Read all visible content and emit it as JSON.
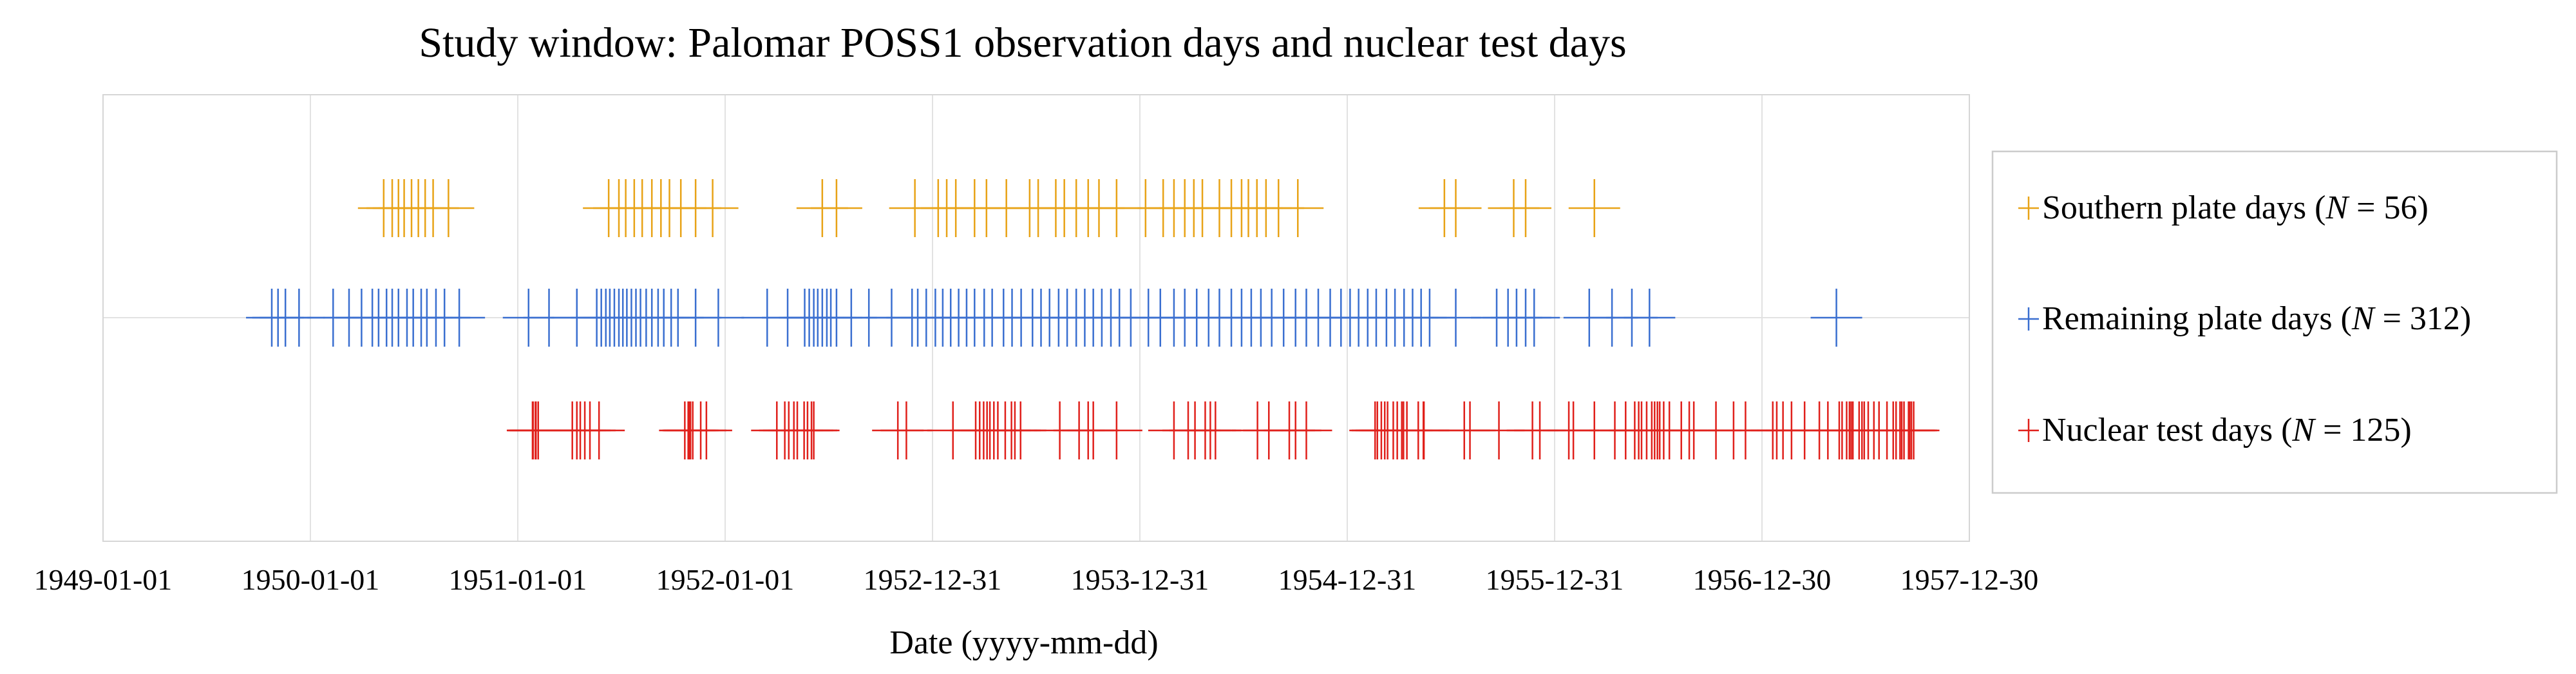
{
  "chart_data": {
    "type": "scatter",
    "marker": "plus",
    "title": "Study window: Palomar POSS1 observation days and nuclear test days",
    "xlabel": "Date (yyyy-mm-dd)",
    "ylabel": "",
    "x_axis_type": "date",
    "xlim": [
      "1949-01-01",
      "1957-12-30"
    ],
    "x_ticks": [
      "1949-01-01",
      "1950-01-01",
      "1951-01-01",
      "1952-01-01",
      "1952-12-31",
      "1953-12-31",
      "1954-12-31",
      "1955-12-31",
      "1956-12-30",
      "1957-12-30"
    ],
    "grid": true,
    "legend_position": "right",
    "series": [
      {
        "name": "Southern plate days",
        "legend_prefix": "Southern plate days (",
        "legend_n_symbol": "N",
        "legend_n_value": " = 56)",
        "color": "#E8A317",
        "dates": [
          "1950-05-10",
          "1950-05-25",
          "1950-06-05",
          "1950-06-15",
          "1950-06-28",
          "1950-07-10",
          "1950-07-22",
          "1950-08-05",
          "1950-09-01",
          "1951-06-10",
          "1951-06-28",
          "1951-07-10",
          "1951-07-25",
          "1951-08-08",
          "1951-08-25",
          "1951-09-10",
          "1951-09-25",
          "1951-10-15",
          "1951-11-10",
          "1951-12-10",
          "1952-06-20",
          "1952-07-15",
          "1952-11-30",
          "1953-01-10",
          "1953-01-25",
          "1953-02-10",
          "1953-03-15",
          "1953-04-05",
          "1953-05-10",
          "1953-06-20",
          "1953-07-05",
          "1953-08-05",
          "1953-08-20",
          "1953-09-10",
          "1953-10-01",
          "1953-10-20",
          "1953-11-20",
          "1954-01-10",
          "1954-02-10",
          "1954-03-01",
          "1954-03-20",
          "1954-04-05",
          "1954-04-20",
          "1954-05-20",
          "1954-06-10",
          "1954-06-28",
          "1954-07-10",
          "1954-07-25",
          "1954-08-10",
          "1954-09-01",
          "1954-10-05",
          "1955-06-20",
          "1955-07-10",
          "1955-10-20",
          "1955-11-10",
          "1956-03-10"
        ]
      },
      {
        "name": "Remaining plate days",
        "legend_prefix": "Remaining plate days (",
        "legend_n_symbol": "N",
        "legend_n_value": " = 312)",
        "color": "#3A6FD0",
        "dates": [
          "1949-10-25",
          "1949-11-05",
          "1949-11-18",
          "1949-12-12",
          "1950-02-10",
          "1950-03-10",
          "1950-04-01",
          "1950-04-20",
          "1950-05-01",
          "1950-05-15",
          "1950-05-25",
          "1950-06-05",
          "1950-06-20",
          "1950-07-01",
          "1950-07-15",
          "1950-07-25",
          "1950-08-10",
          "1950-08-25",
          "1950-09-20",
          "1951-01-20",
          "1951-02-25",
          "1951-04-15",
          "1951-05-20",
          "1951-05-28",
          "1951-06-05",
          "1951-06-12",
          "1951-06-20",
          "1951-06-28",
          "1951-07-05",
          "1951-07-12",
          "1951-07-20",
          "1951-07-28",
          "1951-08-05",
          "1951-08-15",
          "1951-08-25",
          "1951-09-05",
          "1951-09-15",
          "1951-09-28",
          "1951-10-10",
          "1951-11-10",
          "1951-12-20",
          "1952-03-15",
          "1952-04-20",
          "1952-05-20",
          "1952-05-28",
          "1952-06-05",
          "1952-06-12",
          "1952-06-20",
          "1952-06-28",
          "1952-07-05",
          "1952-07-15",
          "1952-08-10",
          "1952-09-10",
          "1952-10-20",
          "1952-11-25",
          "1952-12-05",
          "1952-12-20",
          "1953-01-05",
          "1953-01-18",
          "1953-02-01",
          "1953-02-15",
          "1953-03-01",
          "1953-03-15",
          "1953-04-01",
          "1953-04-15",
          "1953-05-05",
          "1953-05-20",
          "1953-06-05",
          "1953-06-25",
          "1953-07-10",
          "1953-07-25",
          "1953-08-10",
          "1953-08-25",
          "1953-09-10",
          "1953-09-25",
          "1953-10-10",
          "1953-10-25",
          "1953-11-10",
          "1953-11-25",
          "1953-12-15",
          "1954-01-15",
          "1954-02-05",
          "1954-03-01",
          "1954-03-20",
          "1954-04-10",
          "1954-05-01",
          "1954-05-20",
          "1954-06-10",
          "1954-06-28",
          "1954-07-15",
          "1954-08-01",
          "1954-08-20",
          "1954-09-10",
          "1954-10-01",
          "1954-10-20",
          "1954-11-10",
          "1954-12-01",
          "1954-12-20",
          "1955-01-05",
          "1955-01-20",
          "1955-02-05",
          "1955-02-20",
          "1955-03-10",
          "1955-03-25",
          "1955-04-10",
          "1955-04-25",
          "1955-05-10",
          "1955-05-25",
          "1955-07-10",
          "1955-09-20",
          "1955-10-10",
          "1955-10-25",
          "1955-11-10",
          "1955-11-25",
          "1956-03-01",
          "1956-04-10",
          "1956-05-15",
          "1956-06-15",
          "1957-05-10"
        ]
      },
      {
        "name": "Nuclear test days",
        "legend_prefix": "Nuclear test days (",
        "legend_n_symbol": "N",
        "legend_n_value": " = 125)",
        "color": "#E0201B",
        "dates": [
          "1951-01-27",
          "1951-01-28",
          "1951-02-01",
          "1951-02-02",
          "1951-02-06",
          "1951-04-07",
          "1951-04-15",
          "1951-04-21",
          "1951-04-29",
          "1951-05-08",
          "1951-05-24",
          "1951-10-22",
          "1951-10-28",
          "1951-10-30",
          "1951-11-01",
          "1951-11-05",
          "1951-11-19",
          "1951-11-29",
          "1952-04-01",
          "1952-04-15",
          "1952-04-22",
          "1952-05-01",
          "1952-05-07",
          "1952-05-19",
          "1952-05-25",
          "1952-06-01",
          "1952-06-05",
          "1952-10-31",
          "1952-11-15",
          "1953-02-05",
          "1953-03-17",
          "1953-03-24",
          "1953-03-31",
          "1953-04-06",
          "1953-04-11",
          "1953-04-18",
          "1953-04-25",
          "1953-05-08",
          "1953-05-19",
          "1953-05-25",
          "1953-06-04",
          "1953-08-12",
          "1953-09-15",
          "1953-10-01",
          "1953-10-10",
          "1953-11-20",
          "1954-03-01",
          "1954-03-26",
          "1954-04-07",
          "1954-04-25",
          "1954-05-04",
          "1954-05-13",
          "1954-07-26",
          "1954-08-15",
          "1954-09-20",
          "1954-10-01",
          "1954-10-20",
          "1955-02-18",
          "1955-02-22",
          "1955-03-01",
          "1955-03-07",
          "1955-03-12",
          "1955-03-22",
          "1955-03-29",
          "1955-04-06",
          "1955-04-09",
          "1955-04-15",
          "1955-05-05",
          "1955-05-14",
          "1955-05-15",
          "1955-07-25",
          "1955-08-04",
          "1955-09-24",
          "1955-11-22",
          "1955-12-05",
          "1956-01-25",
          "1956-02-02",
          "1956-03-10",
          "1956-04-15",
          "1956-05-04",
          "1956-05-20",
          "1956-05-27",
          "1956-06-01",
          "1956-06-10",
          "1956-06-19",
          "1956-06-24",
          "1956-06-29",
          "1956-07-03",
          "1956-07-10",
          "1956-07-20",
          "1956-08-10",
          "1956-08-24",
          "1956-09-01",
          "1956-10-10",
          "1956-11-10",
          "1956-12-01",
          "1957-01-18",
          "1957-01-25",
          "1957-02-05",
          "1957-02-20",
          "1957-03-15",
          "1957-04-10",
          "1957-04-25",
          "1957-05-15",
          "1957-05-20",
          "1957-05-28",
          "1957-06-02",
          "1957-06-05",
          "1957-06-08",
          "1957-06-19",
          "1957-06-24",
          "1957-06-28",
          "1957-07-05",
          "1957-07-15",
          "1957-07-24",
          "1957-08-07",
          "1957-08-18",
          "1957-08-23",
          "1957-08-30",
          "1957-09-02",
          "1957-09-06",
          "1957-09-14",
          "1957-09-16",
          "1957-09-19",
          "1957-09-23"
        ]
      }
    ]
  }
}
